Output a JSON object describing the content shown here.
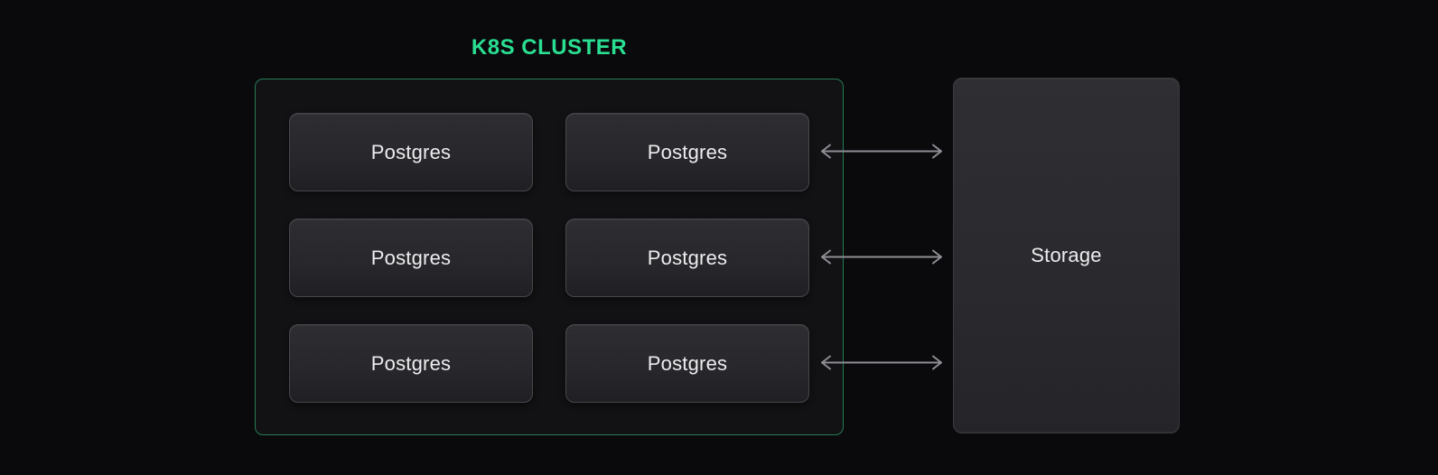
{
  "title": {
    "text": "K8S CLUSTER"
  },
  "cluster": {
    "label": "K8S CLUSTER",
    "nodes": [
      {
        "label": "Postgres"
      },
      {
        "label": "Postgres"
      },
      {
        "label": "Postgres"
      },
      {
        "label": "Postgres"
      },
      {
        "label": "Postgres"
      },
      {
        "label": "Postgres"
      }
    ]
  },
  "storage": {
    "label": "Storage"
  },
  "connections": [
    {
      "from": "Postgres (row 1, right)",
      "to": "Storage",
      "style": "double-headed-arrow"
    },
    {
      "from": "Postgres (row 2, right)",
      "to": "Storage",
      "style": "double-headed-arrow"
    },
    {
      "from": "Postgres (row 3, right)",
      "to": "Storage",
      "style": "double-headed-arrow"
    }
  ],
  "colors": {
    "background": "#0a0a0c",
    "cluster_background": "#121214",
    "cluster_border": "#277a54",
    "title_green": "#2ade92",
    "node_border": "#46464c",
    "node_fill_top": "#2e2e32",
    "node_fill_bottom": "#202024",
    "storage_border": "#3a3a3f",
    "storage_fill_top": "#2f2f33",
    "storage_fill_bottom": "#252529",
    "arrow_gray": "#8d8d94",
    "text": "#ededef"
  }
}
